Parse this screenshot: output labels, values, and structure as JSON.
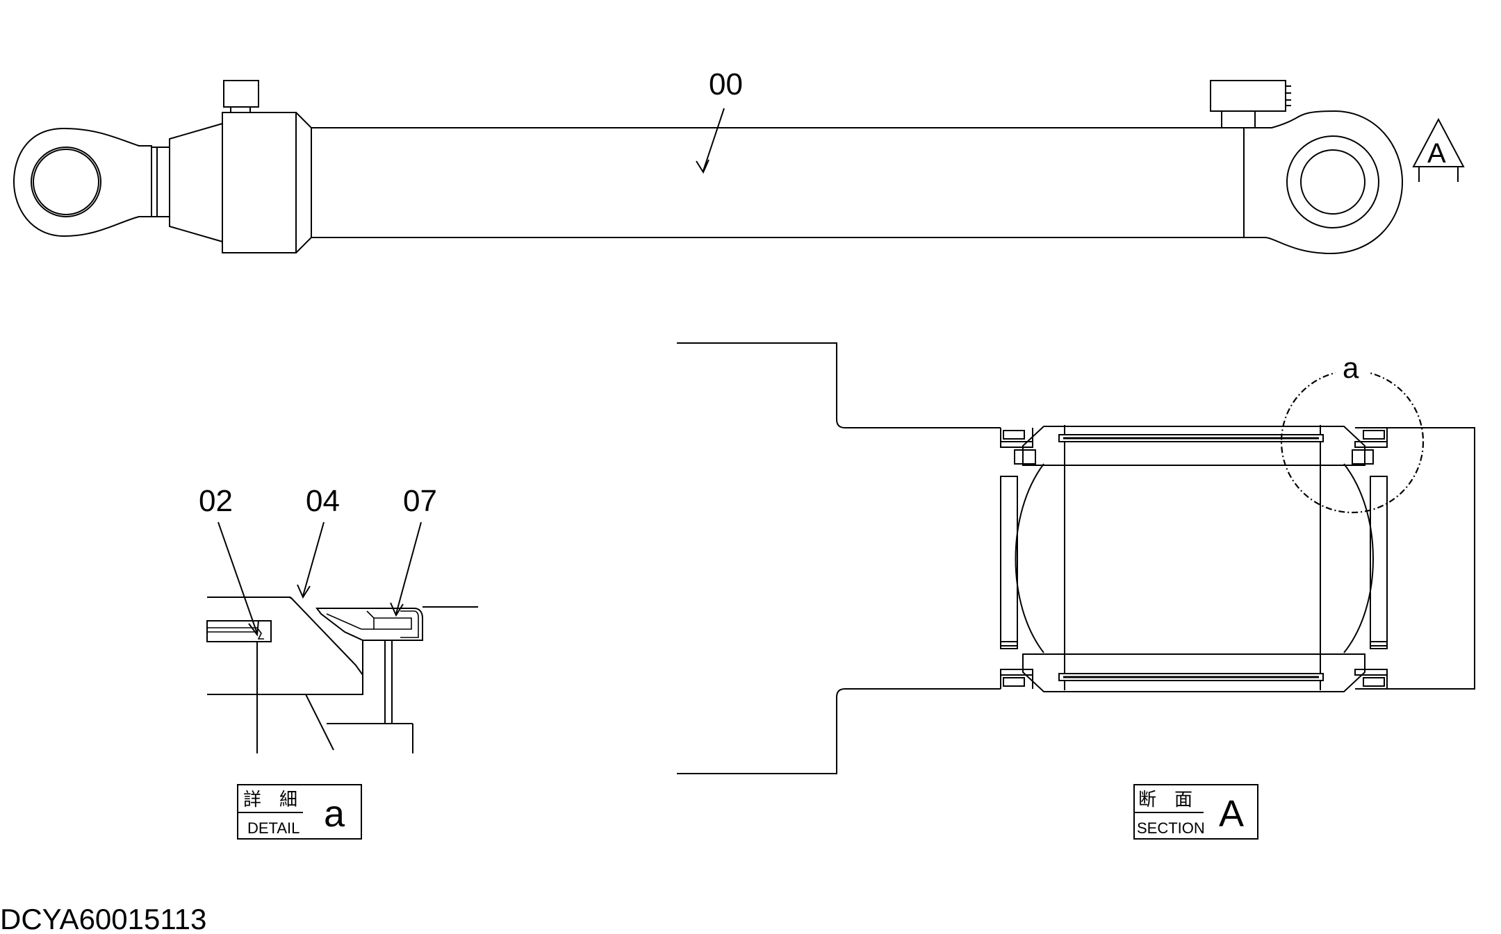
{
  "part_labels": {
    "assembly": "00",
    "detail_parts": [
      "02",
      "04",
      "07"
    ]
  },
  "section_marker": {
    "letter": "A"
  },
  "detail_circle": {
    "letter": "a"
  },
  "detail_box": {
    "jp": "詳　細",
    "en": "DETAIL",
    "letter": "a"
  },
  "section_box": {
    "jp": "断　面",
    "en": "SECTION",
    "letter": "A"
  },
  "document_id": "DCYA60015113",
  "colors": {
    "line": "#000000",
    "background": "#ffffff"
  }
}
